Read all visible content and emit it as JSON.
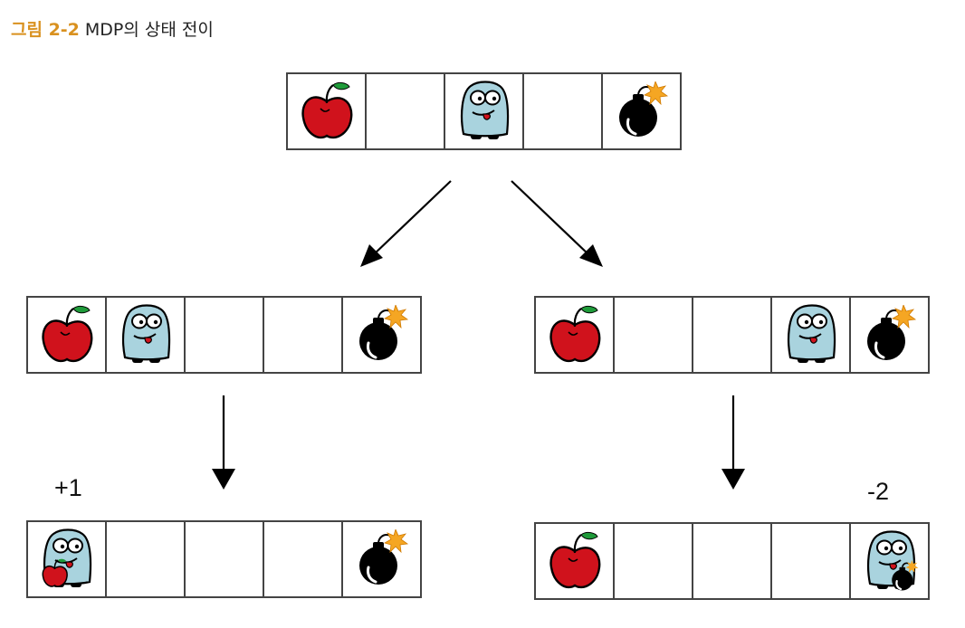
{
  "figure": {
    "label": "그림 2-2",
    "title": "MDP의 상태 전이"
  },
  "states": {
    "top": [
      "apple",
      "empty",
      "robot",
      "empty",
      "bomb"
    ],
    "middle_left": [
      "apple",
      "robot",
      "empty",
      "empty",
      "bomb"
    ],
    "middle_right": [
      "apple",
      "empty",
      "empty",
      "robot",
      "bomb"
    ],
    "bottom_left": [
      "robot-with-apple",
      "empty",
      "empty",
      "empty",
      "bomb"
    ],
    "bottom_right": [
      "apple",
      "empty",
      "empty",
      "empty",
      "robot-with-bomb"
    ]
  },
  "rewards": {
    "left": "+1",
    "right": "-2"
  },
  "colors": {
    "caption_accent": "#d9911f",
    "apple": "#d0121c",
    "leaf": "#1f9b3a",
    "robot": "#a9d3de",
    "bomb": "#000000",
    "spark": "#f5a623"
  }
}
